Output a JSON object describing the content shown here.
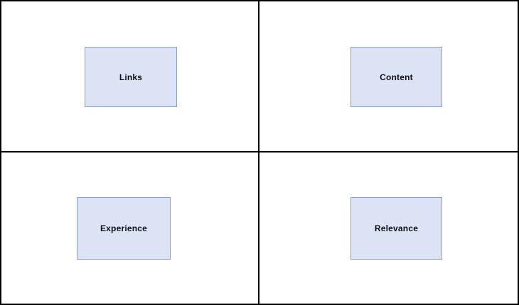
{
  "diagram": {
    "title": "quadrant-diagram",
    "nodes": [
      {
        "id": "links",
        "label": "Links",
        "quadrant": "top-left"
      },
      {
        "id": "content",
        "label": "Content",
        "quadrant": "top-right"
      },
      {
        "id": "experience",
        "label": "Experience",
        "quadrant": "bottom-left"
      },
      {
        "id": "relevance",
        "label": "Relevance",
        "quadrant": "bottom-right"
      }
    ],
    "colors": {
      "node_fill": "#dbe3f4",
      "node_border": "#8d9fc0",
      "grid_line": "#000000",
      "background": "#ffffff",
      "text": "#111111"
    }
  }
}
